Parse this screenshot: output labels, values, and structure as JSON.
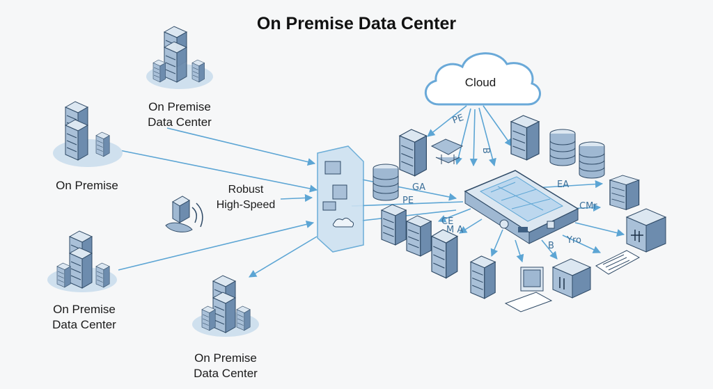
{
  "title": "On Premise Data Center",
  "labels": {
    "dc_top": [
      "On Premise",
      "Data Center"
    ],
    "on_premise": "On Premise",
    "dc_left_bottom": [
      "On Premise",
      "Data Center"
    ],
    "dc_bottom": [
      "On Premise",
      "Data Center"
    ],
    "robust": [
      "Robust",
      "High-Speed"
    ],
    "cloud": "Cloud"
  },
  "garbled_labels": {
    "pe_top": "PE ",
    "b_vertical": "B",
    "ga": "GA",
    "pe_mid": "PE",
    "ea": "EA",
    "cm": "CMr",
    "ce": "CE",
    "m_a": "M A",
    "b_low": "B",
    "yro": "Yro"
  },
  "colors": {
    "server_face": "#9fb8d2",
    "server_dark": "#3e5f82",
    "line": "#5ca5d4",
    "platform": "#c9def0",
    "cloud_stroke": "#6aa9d8"
  }
}
